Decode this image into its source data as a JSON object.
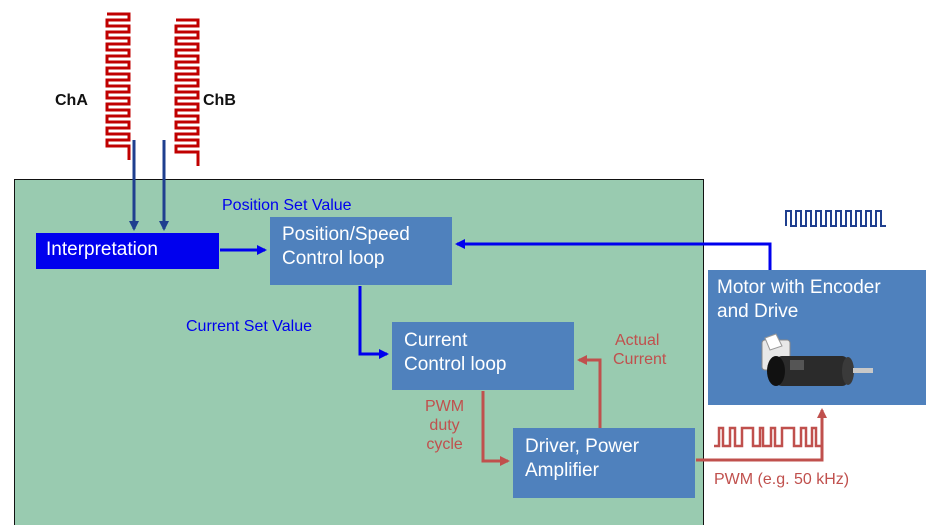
{
  "channels": {
    "a": "ChA",
    "b": "ChB"
  },
  "blocks": {
    "interpretation": "Interpretation",
    "position_speed": {
      "line1": "Position/Speed",
      "line2": "Control loop"
    },
    "current": {
      "line1": "Current",
      "line2": "Control loop"
    },
    "driver": {
      "line1": "Driver, Power",
      "line2": "Amplifier"
    },
    "motor": {
      "line1": "Motor with Encoder",
      "line2": "and Drive"
    }
  },
  "labels": {
    "position_set_value": "Position Set Value",
    "current_set_value": "Current Set Value",
    "actual_current": {
      "line1": "Actual",
      "line2": "Current"
    },
    "pwm_duty": {
      "line1": "PWM",
      "line2": "duty",
      "line3": "cycle"
    },
    "pwm_freq": "PWM (e.g. 50 kHz)"
  },
  "colors": {
    "background_area": "#99cbb0",
    "block": "#4f81bd",
    "interpretation_block": "#0000ee",
    "control_arrow": "#0000ee",
    "power_arrow": "#c0504d",
    "encoder_wave": "#1f3f8f",
    "channel_wave": "#c00000"
  }
}
